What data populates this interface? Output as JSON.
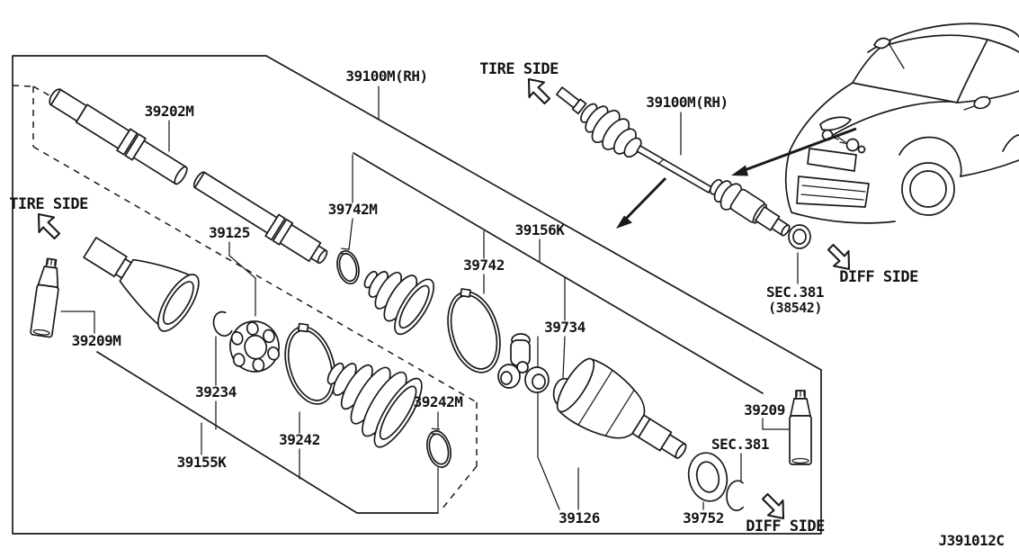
{
  "page": {
    "background": "#ffffff",
    "line_color": "#1a1a1a",
    "drawing_code": "J391012C"
  },
  "annotations": {
    "tire_side": "TIRE SIDE",
    "diff_side": "DIFF SIDE",
    "axle_assembly": "39100M(RH)",
    "sec_ref": "SEC.381",
    "sec_ref_part": "(38542)"
  },
  "part_labels": {
    "shaft": "39202M",
    "outer_joint_kit": "39125",
    "grease_outer": "39209M",
    "snap_ring_outer": "39234",
    "outer_repair_kit": "39155K",
    "boot_outer": "39242",
    "clamp_outer_small": "39242M",
    "clamp_mid_small": "39742M",
    "clamp_mid_large": "39742",
    "inner_repair_kit": "39156K",
    "snap_ring_inner": "39734",
    "housing_inner": "39126",
    "washer_inner": "39752",
    "grease_inner": "39209"
  }
}
